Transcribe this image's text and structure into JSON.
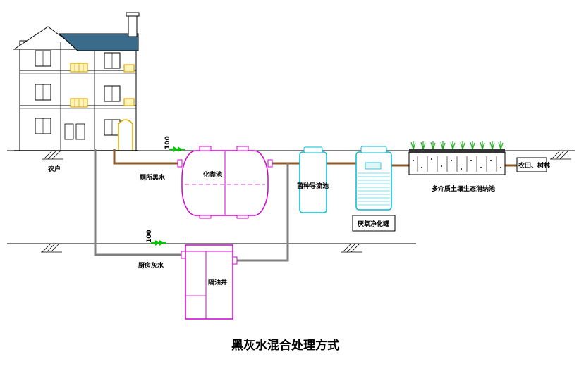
{
  "title": "黑灰水混合处理方式",
  "labels": {
    "farmhouse": "农户",
    "toilet_blackwater": "厕所黑水",
    "septic_tank": "化粪池",
    "bacterial_tank": "菌种导流池",
    "anaerobic_tank": "厌氧净化罐",
    "soil_system": "多介质土壤生态消纳池",
    "farmland": "农田、树林",
    "kitchen_graywater": "厨房灰水",
    "grease_trap": "隔油井",
    "pipe_dn_upper": "100",
    "pipe_dn_lower": "100"
  },
  "colors": {
    "pipe_brown": "#8B5A2B",
    "pipe_gray": "#7f7f7f",
    "septic_magenta": "#d400d4",
    "tank_cyan": "#00bcd4",
    "plant_green": "#22aa22",
    "house_gold": "#e0a800",
    "roof_blue": "#3a6b8a",
    "marker_green": "#00c800"
  }
}
